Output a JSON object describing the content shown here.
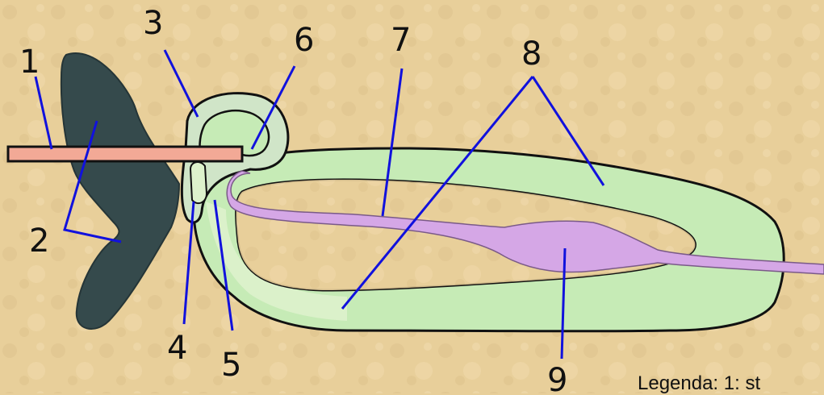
{
  "diagram": {
    "labels": [
      {
        "id": "1",
        "text": "1"
      },
      {
        "id": "2",
        "text": "2"
      },
      {
        "id": "3",
        "text": "3"
      },
      {
        "id": "4",
        "text": "4"
      },
      {
        "id": "5",
        "text": "5"
      },
      {
        "id": "6",
        "text": "6"
      },
      {
        "id": "7",
        "text": "7"
      },
      {
        "id": "8",
        "text": "8"
      },
      {
        "id": "9",
        "text": "9"
      }
    ],
    "legend_text": "Legenda: 1: st",
    "colors": {
      "background": "#e8cf9a",
      "capsule_light": "#c6ebb6",
      "inner_light": "#ddf2cc",
      "dark_shape": "#354a4c",
      "rod": "#f2a996",
      "purple": "#d5a7e6",
      "outline": "#111111",
      "leader": "#1111dd"
    }
  }
}
